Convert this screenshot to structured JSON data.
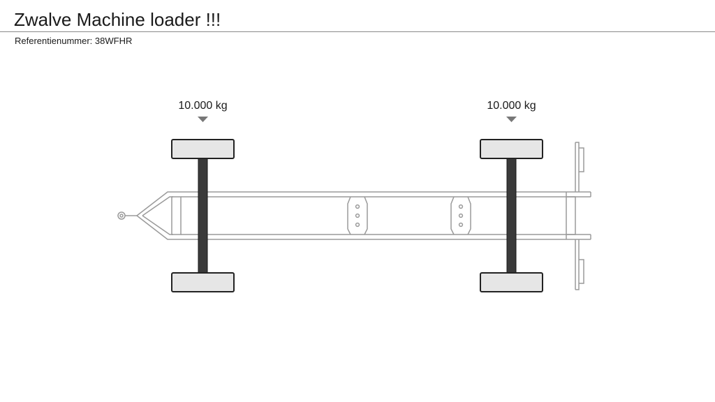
{
  "header": {
    "title": "Zwalve Machine loader !!!",
    "reference_label": "Referentienummer:",
    "reference_value": "38WFHR"
  },
  "axles": [
    {
      "load": "10.000 kg"
    },
    {
      "load": "10.000 kg"
    }
  ],
  "colors": {
    "frame_stroke": "#9a9a9a",
    "wheel_fill": "#e6e6e6",
    "wheel_stroke": "#222222",
    "axle_fill": "#3a3a3a",
    "marker_fill": "#777777",
    "rule": "#8a8a8a"
  }
}
